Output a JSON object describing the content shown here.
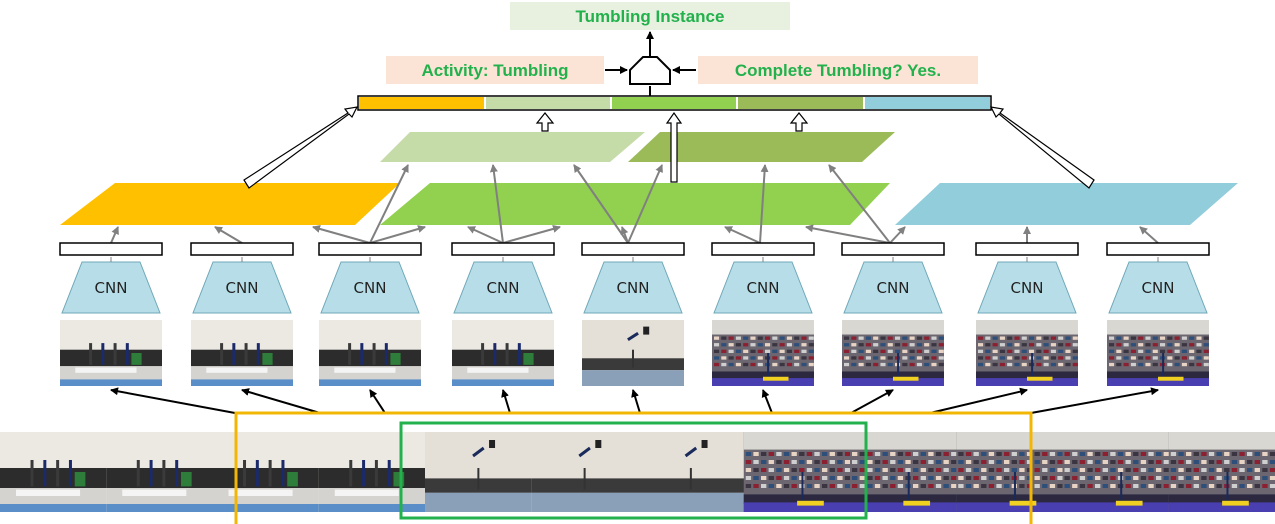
{
  "output": {
    "instance_label": "Tumbling Instance",
    "activity_label": "Activity: Tumbling",
    "complete_label": "Complete Tumbling? Yes."
  },
  "colors": {
    "label_text": "#22b14c",
    "instance_bg": "#e8f0e0",
    "activity_bg": "#fbe4d6",
    "orange": "#ffc000",
    "light_green": "#c5dba8",
    "green": "#92d050",
    "mid_green": "#9bbb59",
    "blue": "#92cddc",
    "cnn_fill": "#b7dee8",
    "window_orange": "#f2b705",
    "window_green": "#22b14c"
  },
  "cnn": {
    "label": "CNN",
    "count": 9
  },
  "scene_names": [
    "gym-beam-scene",
    "gym-beam-scene",
    "gym-beam-scene",
    "gym-beam-scene",
    "gym-flip-scene",
    "arena-crowd-scene",
    "arena-crowd-scene",
    "arena-crowd-scene",
    "arena-crowd-scene"
  ],
  "strip_scene_names": [
    "gym-beam-scene",
    "gym-beam-scene",
    "gym-beam-scene",
    "gym-beam-scene",
    "gym-flip-scene",
    "gym-flip-scene",
    "gym-flip-scene",
    "arena-crowd-scene",
    "arena-crowd-scene",
    "arena-crowd-scene",
    "arena-crowd-scene",
    "arena-crowd-scene"
  ]
}
